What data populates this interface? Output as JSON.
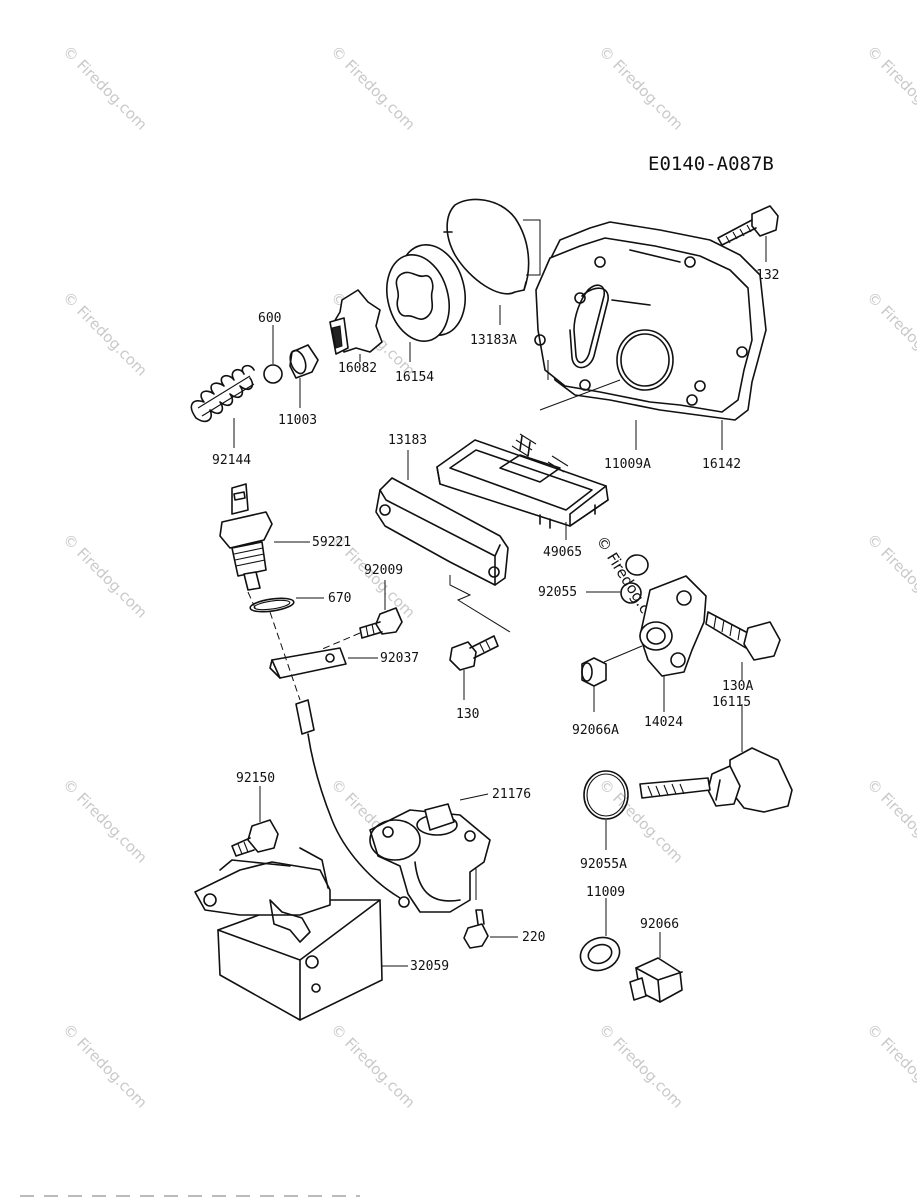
{
  "diagram_code": "E0140-A087B",
  "watermark": "© Firedog.com",
  "parts": {
    "p132": "132",
    "p13183A": "13183A",
    "p16154": "16154",
    "p16082": "16082",
    "p600": "600",
    "p11003": "11003",
    "p92144": "92144",
    "p11009A": "11009A",
    "p16142": "16142",
    "p13183": "13183",
    "p49065": "49065",
    "p59221": "59221",
    "p92009": "92009",
    "p670": "670",
    "p92037": "92037",
    "p130": "130",
    "p92055": "92055",
    "p130A": "130A",
    "p16115": "16115",
    "p92066A": "92066A",
    "p14024": "14024",
    "p21176": "21176",
    "p92150": "92150",
    "p220": "220",
    "p32059": "32059",
    "p92055A": "92055A",
    "p11009": "11009",
    "p92066": "92066"
  }
}
